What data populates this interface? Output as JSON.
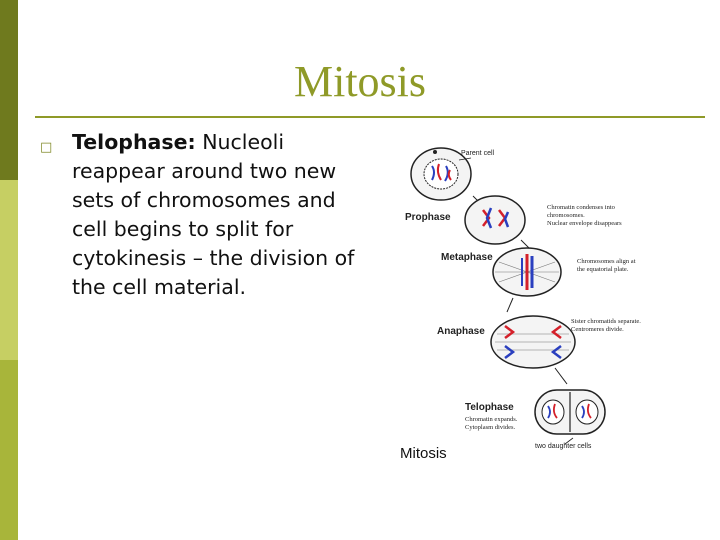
{
  "slide": {
    "title": "Mitosis",
    "bullet": {
      "term": "Telophase:",
      "text": " Nucleoli reappear around two new sets of chromosomes and cell begins to split for cytokinesis – the division of the cell material."
    }
  },
  "figure": {
    "caption": "Mitosis",
    "stages": {
      "parent": "Parent cell",
      "prophase": "Prophase",
      "metaphase": "Metaphase",
      "anaphase": "Anaphase",
      "telophase": "Telophase",
      "daughters": "two daughter cells"
    },
    "notes": {
      "prophase": "Chromatin condenses into\nchromosomes.\nNuclear envelope disappears",
      "metaphase": "Chromosomes align at\nthe equatorial plate.",
      "anaphase": "Sister chromatids separate.\nCentromeres divide.",
      "telophase": "Chromatin expands.\nCytoplasm divides."
    }
  },
  "colors": {
    "accent": "#8f9a28",
    "sidebar_dark": "#6f7a1e",
    "sidebar_light": "#c6cf63",
    "sidebar_mid": "#a8b53a",
    "chromosome_red": "#d4202a",
    "chromosome_blue": "#2a3fbf"
  }
}
